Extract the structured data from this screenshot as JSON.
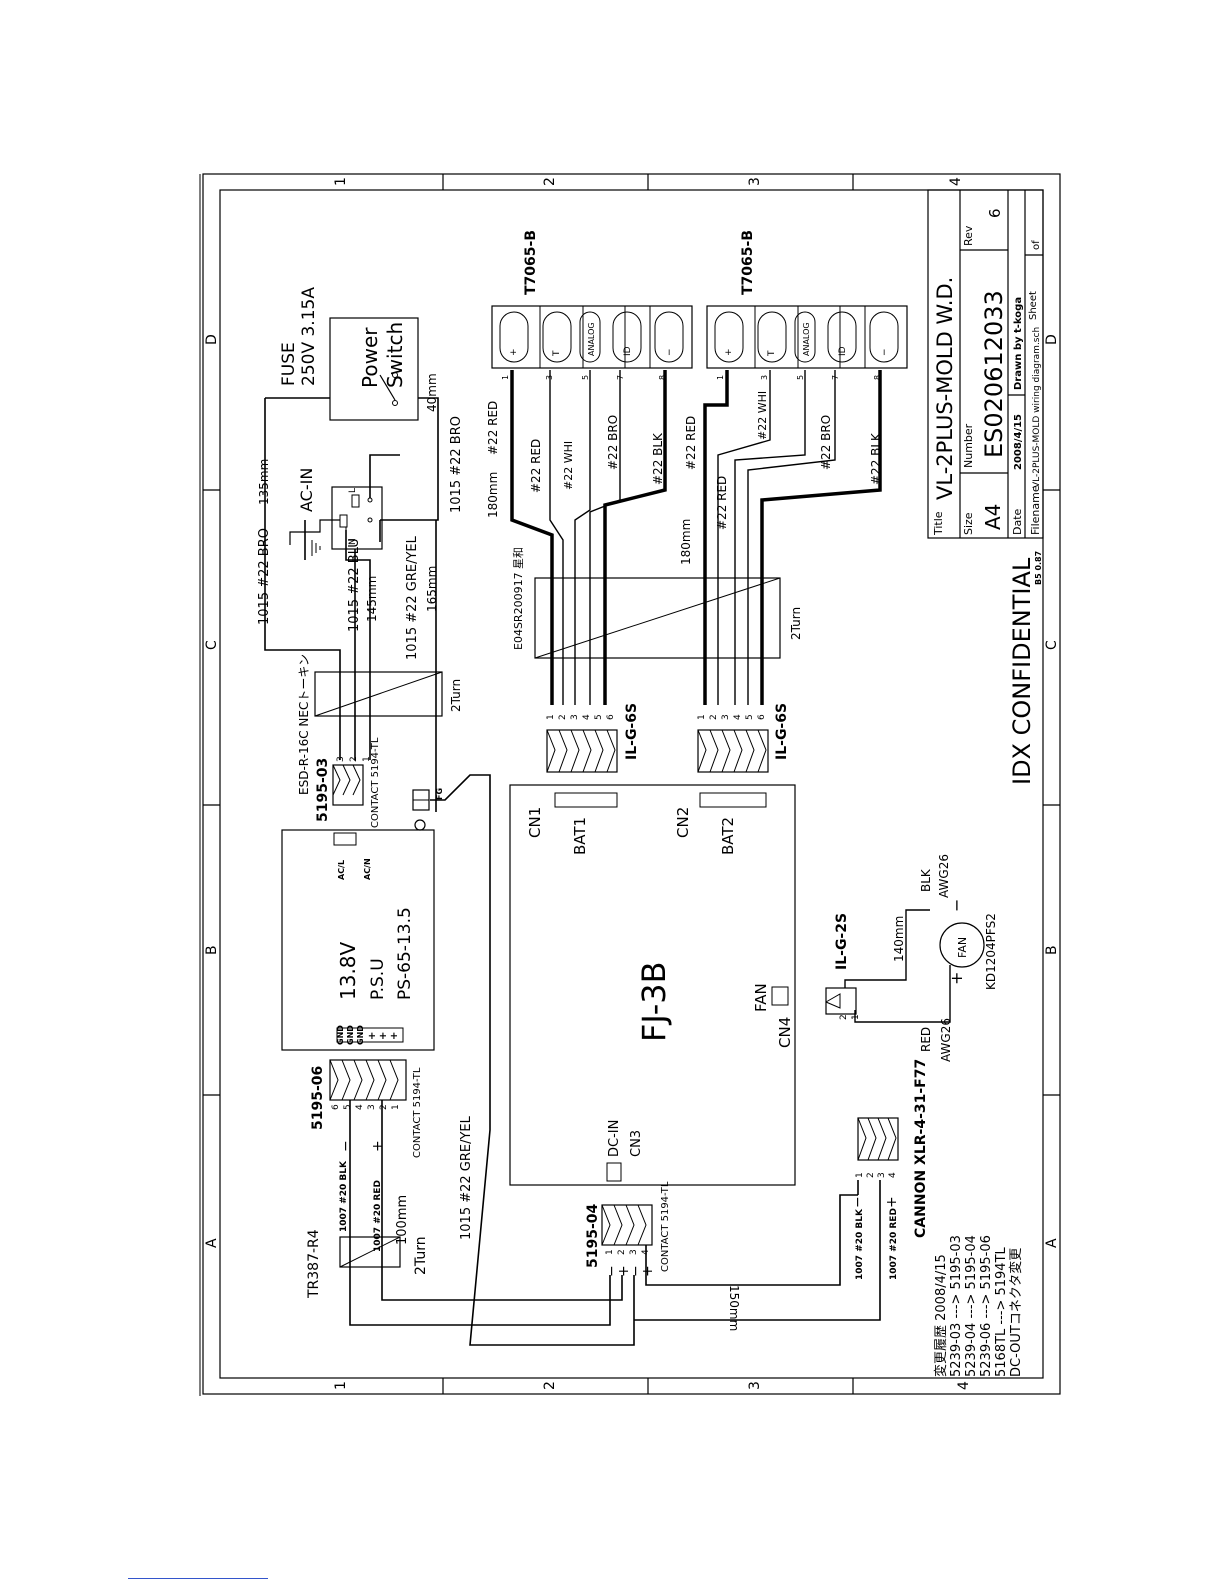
{
  "border": {
    "top_cols": [
      "1",
      "2",
      "3",
      "4"
    ],
    "bottom_cols": [
      "1",
      "2",
      "3",
      "4"
    ],
    "left_rows": [
      "D",
      "C",
      "B",
      "A"
    ],
    "right_rows": [
      "D",
      "C",
      "B",
      "A"
    ]
  },
  "title_block": {
    "title_label": "Title",
    "title": "VL-2PLUS-MOLD W.D.",
    "size_label": "Size",
    "size": "A4",
    "number_label": "Number",
    "number": "ES020612033",
    "rev_label": "Rev",
    "rev": "6",
    "date_label": "Date",
    "date": "2008/4/15",
    "drawn_by": "Drawn by t-koga",
    "filename_label": "Filename",
    "filename": "VL-2PLUS-MOLD wiring diagram.sch",
    "sheet": "Sheet",
    "of": "of",
    "confidential": "IDX CONFIDENTIAL",
    "b5": "B5 0.87"
  },
  "fuse": {
    "label": "FUSE",
    "rating": "250V 3.15A"
  },
  "power_switch": {
    "line1": "Power",
    "line2": "Switch",
    "len": "40mm"
  },
  "ac_in": {
    "label": "AC-IN",
    "pin_l": "L",
    "pin_n": "N"
  },
  "wires_ac": {
    "len_135": "135mm",
    "bro_top": "1015 #22 BRO",
    "bro_right": "1015 #22 BRO",
    "blu": "1015 #22 BLU",
    "len_145": "145mm",
    "greyel": "1015 #22 GRE/YEL",
    "len_165": "165mm",
    "greyel2": "1015 #22 GRE/YEL"
  },
  "core1": {
    "label": "ESD-R-16C NECトーキン",
    "turns": "2Turn"
  },
  "conn_5195_03": {
    "name": "5195-03",
    "contact": "CONTACT 5194-TL",
    "pins": [
      "3",
      "2",
      "1"
    ]
  },
  "fg": {
    "label": "FG"
  },
  "psu": {
    "voltage": "13.8V",
    "name": "P.S.U",
    "model": "PS-65-13.5",
    "acl": "AC/L",
    "acn": "AC/N",
    "terms": [
      "GND",
      "GND",
      "GND",
      "+",
      "+",
      "+"
    ]
  },
  "conn_5195_06": {
    "name": "5195-06",
    "contact": "CONTACT 5194-TL",
    "pins": [
      "6",
      "5",
      "4",
      "3",
      "2",
      "1"
    ],
    "minus": "−",
    "plus": "+"
  },
  "wires_dc": {
    "blk": "1007 #20 BLK",
    "red": "1007 #20 RED",
    "len_100": "100mm"
  },
  "core2": {
    "label": "TR387-R4",
    "turns": "2Turn"
  },
  "conn_5195_04": {
    "name": "5195-04",
    "contact": "CONTACT 5194-TL",
    "pins": [
      "1",
      "2",
      "3",
      "4"
    ],
    "signs": [
      "−",
      "+",
      "−",
      "+"
    ]
  },
  "len_150": "150mm",
  "fj3b": {
    "name": "FJ-3B",
    "cn1": "CN1",
    "bat1": "BAT1",
    "cn2": "CN2",
    "bat2": "BAT2",
    "dcin": "DC-IN",
    "cn3": "CN3",
    "fan": "FAN",
    "cn4": "CN4"
  },
  "fan": {
    "conn": "IL-G-2S",
    "pins": [
      "2",
      "1"
    ],
    "len": "140mm",
    "blk": "BLK",
    "awg_top": "AWG26",
    "red": "RED",
    "awg_bot": "AWG26",
    "plus": "+",
    "minus": "−",
    "label": "FAN",
    "model": "KD1204PFS2"
  },
  "xlr": {
    "name": "CANNON XLR-4-31-F77",
    "pins": [
      "1",
      "2",
      "3",
      "4"
    ],
    "blk": "1007 #20 BLK",
    "red": "1007 #20 RED",
    "minus": "−",
    "plus": "+"
  },
  "history": {
    "title": "変更履歴 2008/4/15",
    "lines": [
      "5239-03 ---> 5195-03",
      "5239-04 ---> 5195-04",
      "5239-06 ---> 5195-06",
      "5168TL ---> 5194TL",
      "DC-OUTコネクタ変更"
    ]
  },
  "bat": {
    "t1": "T7065-B",
    "t2": "T7065-B",
    "pin_labels": [
      "+",
      "T",
      "ANALOG",
      "ID",
      "−"
    ],
    "pin_nums": [
      "1",
      "3",
      "5",
      "7",
      "8"
    ],
    "len1": "180mm",
    "len2": "180mm",
    "wires": [
      "#22 RED",
      "#22 RED",
      "#22 WHI",
      "#22 BRO",
      "#22 BLK"
    ],
    "core": "E04SR200917 星和",
    "core_turns": "2Turn",
    "ilg6s_1": "IL-G-6S",
    "ilg6s_2": "IL-G-6S",
    "ilg_pins": [
      "1",
      "2",
      "3",
      "4",
      "5",
      "6"
    ]
  }
}
